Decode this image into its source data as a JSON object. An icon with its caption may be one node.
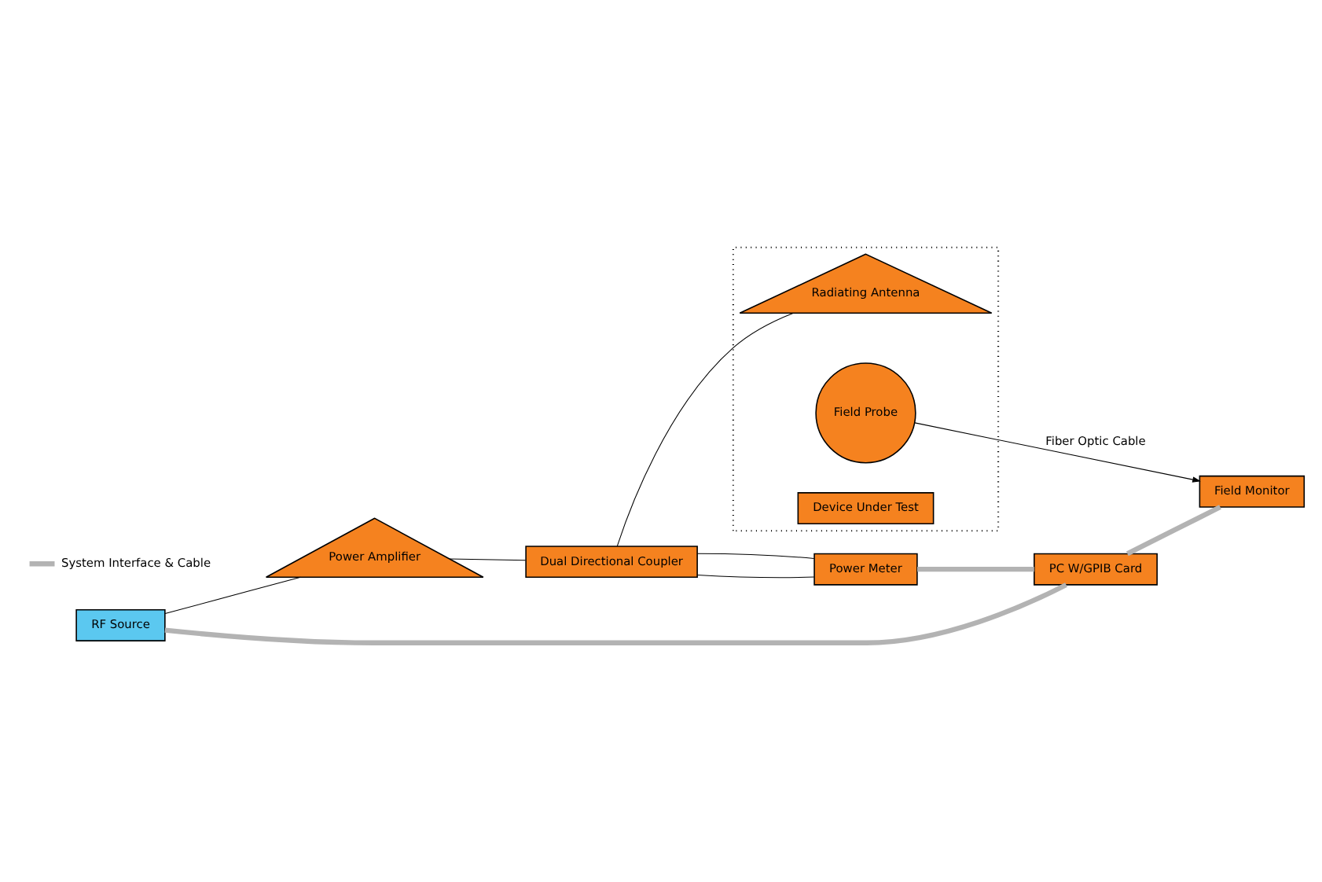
{
  "diagram": {
    "nodes": [
      {
        "text": [
          "RF Source"
        ]
      },
      {
        "text": [
          "Power Amplifier"
        ]
      },
      {
        "text": [
          "Dual Directional Coupler"
        ]
      },
      {
        "text": [],
        "shape": "box"
      },
      {
        "text": [
          "Radiating Antenna"
        ],
        "in": 3
      },
      {
        "text": [
          "Power Meter"
        ]
      },
      {
        "text": [
          "Field Probe"
        ],
        "in": 3
      },
      {
        "text": [
          "PC W/GPIB Card"
        ]
      },
      {
        "text": [
          "Field Monitor"
        ]
      },
      {
        "text": [
          "Device Under Test"
        ],
        "in": 3
      }
    ],
    "edges": [
      {
        "from": 0,
        "to": 1,
        "arrow": "none"
      },
      {
        "from": 1,
        "to": 2,
        "arrow": "none"
      },
      {
        "from": 2,
        "to": 4,
        "arrow": "none"
      },
      {
        "from": 2,
        "to": 5,
        "arrow": "none"
      },
      {
        "from": 2,
        "to": 5,
        "arrow": "none"
      },
      {
        "from": 5,
        "to": 7,
        "arrow": "none",
        "style": "thick",
        "color": "#b3b3b3"
      },
      {
        "from": 0,
        "to": 7,
        "arrow": "none",
        "style": "thick",
        "color": "#b3b3b3"
      },
      {
        "from": 7,
        "to": 8,
        "arrow": "none",
        "style": "thick",
        "color": "#b3b3b3"
      },
      {
        "from": 6,
        "to": 8,
        "arrow": "to",
        "label": "Fiber Optic Cable"
      }
    ],
    "legend": [
      {
        "text": "System Interface & Cable",
        "color": "#b3b3b3"
      }
    ]
  }
}
